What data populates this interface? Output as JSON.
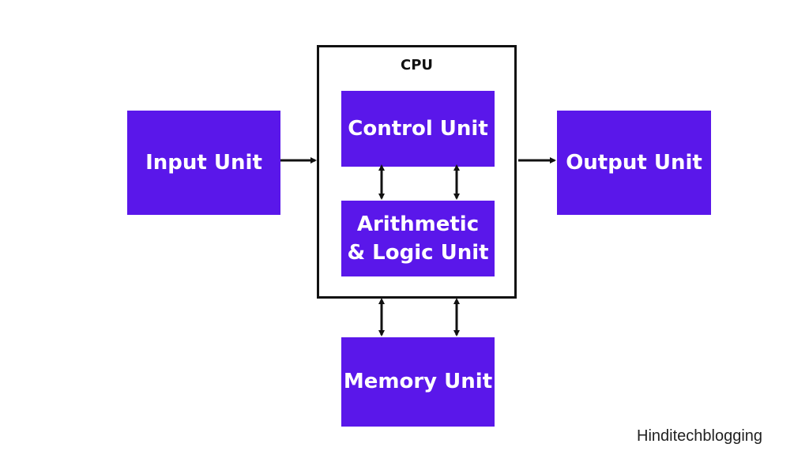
{
  "diagram": {
    "cpu_label": "CPU",
    "input_unit": "Input Unit",
    "control_unit": "Control Unit",
    "alu_line1": "Arithmetic",
    "alu_line2": "& Logic Unit",
    "output_unit": "Output Unit",
    "memory_unit": "Memory Unit",
    "box_color": "#5a17ea"
  },
  "watermark": "Hinditechblogging"
}
